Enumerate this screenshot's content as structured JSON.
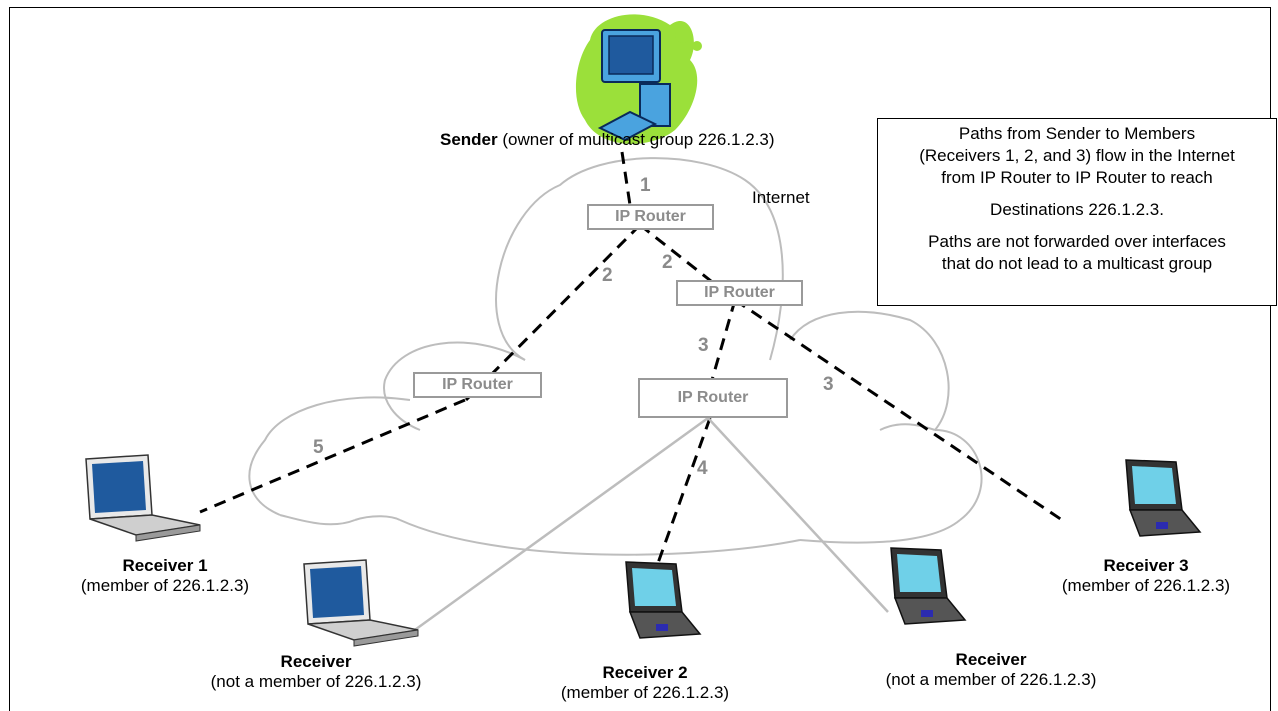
{
  "sender": {
    "name": "Sender",
    "detail": "(owner of multicast group 226.1.2.3)"
  },
  "internet_label": "Internet",
  "routers": [
    {
      "label": "IP Router"
    },
    {
      "label": "IP Router"
    },
    {
      "label": "IP Router"
    },
    {
      "label": "IP Router"
    }
  ],
  "hops": [
    "1",
    "2",
    "2",
    "3",
    "3",
    "4",
    "5"
  ],
  "info_box": {
    "line1": "Paths from Sender to Members",
    "line2": "(Receivers 1, 2, and 3) flow in the Internet",
    "line3": "from IP Router to IP Router to reach",
    "line4": "Destinations 226.1.2.3.",
    "line5": "Paths are not forwarded over interfaces",
    "line6": "that do not lead to a multicast group"
  },
  "receivers": [
    {
      "name": "Receiver 1",
      "detail": "(member of 226.1.2.3)"
    },
    {
      "name": "Receiver",
      "detail": "(not a member of 226.1.2.3)"
    },
    {
      "name": "Receiver 2",
      "detail": "(member of 226.1.2.3)"
    },
    {
      "name": "Receiver",
      "detail": "(not a member of 226.1.2.3)"
    },
    {
      "name": "Receiver 3",
      "detail": "(member of 226.1.2.3)"
    }
  ],
  "colors": {
    "cloud": "#bdbdbd",
    "path": "#000000",
    "router_border": "#9a9a9a",
    "hop_text": "#8a8a8a",
    "sender_blob": "#9be03a",
    "screen": "#1f5a9e"
  }
}
